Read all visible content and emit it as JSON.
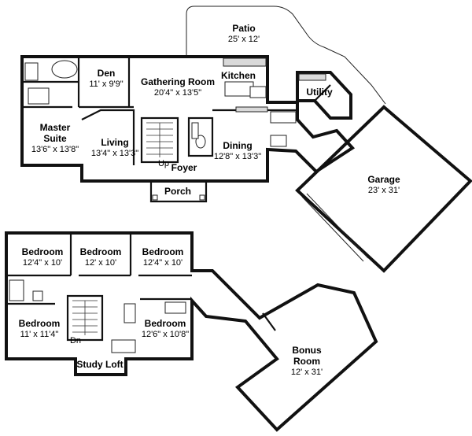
{
  "rooms": {
    "patio": {
      "name": "Patio",
      "size": "25' x 12'"
    },
    "kitchen": {
      "name": "Kitchen"
    },
    "utility": {
      "name": "Utility"
    },
    "den": {
      "name": "Den",
      "size": "11' x 9'9\""
    },
    "gathering": {
      "name": "Gathering Room",
      "size": "20'4\" x 13'5\""
    },
    "master": {
      "name1": "Master",
      "name2": "Suite",
      "size": "13'6\" x 13'8\""
    },
    "living": {
      "name": "Living",
      "size": "13'4\" x 13'3\""
    },
    "dining": {
      "name": "Dining",
      "size": "12'8\" x 13'3\""
    },
    "foyer": {
      "name": "Foyer"
    },
    "porch": {
      "name": "Porch"
    },
    "garage": {
      "name": "Garage",
      "size": "23' x 31'"
    },
    "bed1": {
      "name": "Bedroom",
      "size": "12'4\" x 10'"
    },
    "bed2": {
      "name": "Bedroom",
      "size": "12' x 10'"
    },
    "bed3": {
      "name": "Bedroom",
      "size": "12'4\" x 10'"
    },
    "bed4": {
      "name": "Bedroom",
      "size": "11' x 11'4\""
    },
    "bed5": {
      "name": "Bedroom",
      "size": "12'6\" x 10'8\""
    },
    "bonus": {
      "name1": "Bonus",
      "name2": "Room",
      "size": "12' x 31'"
    },
    "studyloft": {
      "name": "Study Loft"
    }
  },
  "stairs": {
    "up": "Up",
    "down": "Dn"
  }
}
